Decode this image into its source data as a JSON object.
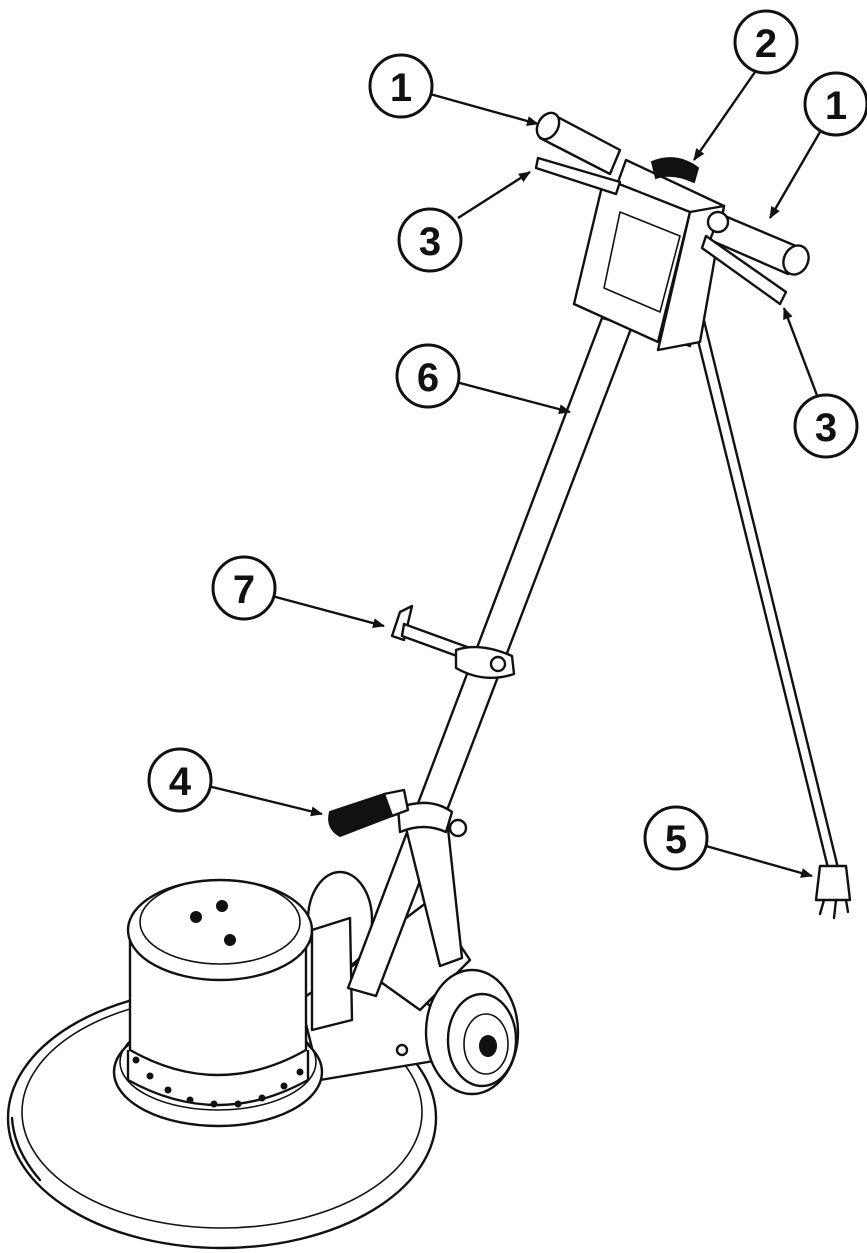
{
  "callouts": [
    {
      "id": "handle-grip-left",
      "label": "1"
    },
    {
      "id": "control-switch",
      "label": "2"
    },
    {
      "id": "handle-grip-right",
      "label": "1"
    },
    {
      "id": "trigger-lever-left",
      "label": "3"
    },
    {
      "id": "trigger-lever-right",
      "label": "3"
    },
    {
      "id": "main-handle-tube",
      "label": "6"
    },
    {
      "id": "cord-hook",
      "label": "7"
    },
    {
      "id": "handle-release-lever",
      "label": "4"
    },
    {
      "id": "power-plug",
      "label": "5"
    }
  ],
  "colors": {
    "ink": "#111111",
    "background": "#ffffff"
  }
}
